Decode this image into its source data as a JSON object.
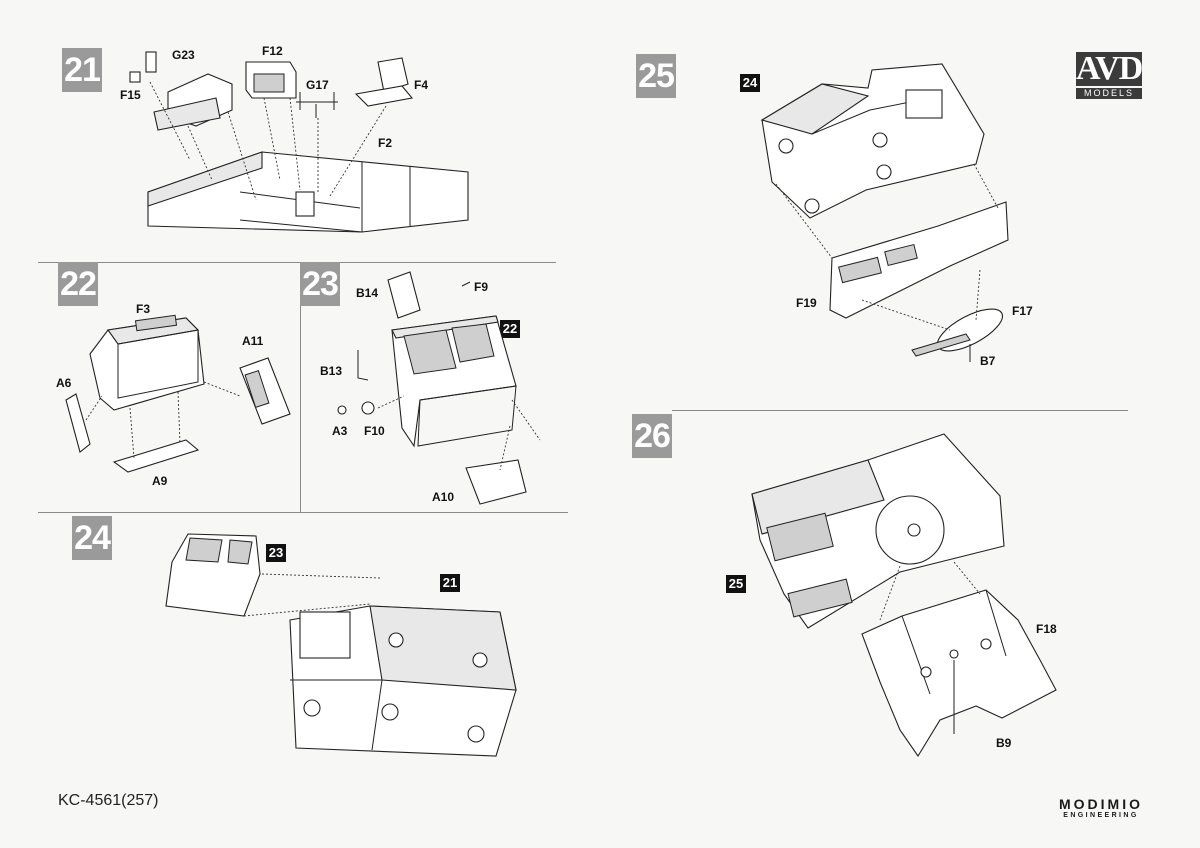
{
  "steps": {
    "s21": {
      "number": "21",
      "labels": {
        "g23": "G23",
        "f12": "F12",
        "g17": "G17",
        "f4": "F4",
        "f15": "F15",
        "f2": "F2"
      }
    },
    "s22": {
      "number": "22",
      "labels": {
        "f3": "F3",
        "a11": "A11",
        "a6": "A6",
        "a9": "A9"
      }
    },
    "s23": {
      "number": "23",
      "ref": "22",
      "labels": {
        "b14": "B14",
        "f9": "F9",
        "b13": "B13",
        "a3": "A3",
        "f10": "F10",
        "a10": "A10"
      }
    },
    "s24": {
      "number": "24",
      "refs": [
        "23",
        "21"
      ]
    },
    "s25": {
      "number": "25",
      "ref": "24",
      "labels": {
        "f19": "F19",
        "f17": "F17",
        "b7": "B7"
      }
    },
    "s26": {
      "number": "26",
      "ref": "25",
      "labels": {
        "f18": "F18",
        "b9": "B9"
      }
    }
  },
  "brand_logo": {
    "big": "AVD",
    "small": "MODELS"
  },
  "footer": {
    "kit_code": "KC-4561(257)",
    "maker": "MODIMIO",
    "maker_sub": "ENGINEERING"
  }
}
